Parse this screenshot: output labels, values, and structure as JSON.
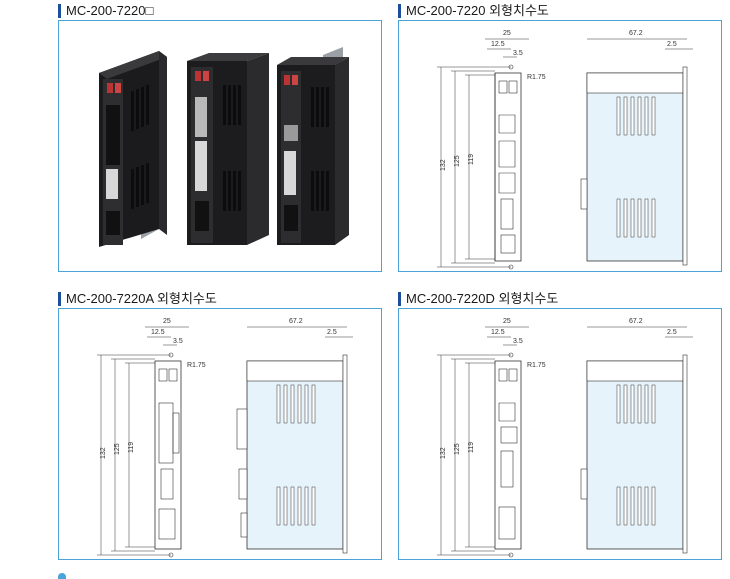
{
  "panels": [
    {
      "title": "MC-200-7220□"
    },
    {
      "title": "MC-200-7220 외형치수도"
    },
    {
      "title": "MC-200-7220A 외형치수도"
    },
    {
      "title": "MC-200-7220D 외형치수도"
    }
  ],
  "dimensions": {
    "front_width": "25",
    "left_offset": "12.5",
    "small_offset": "3.5",
    "radius": "R1.75",
    "overall_height": "132",
    "mount_height": "125",
    "body_height": "119",
    "side_depth": "67.2",
    "flange": "2.5"
  },
  "colors": {
    "accent": "#1b4f9c",
    "frame": "#4aa3d9",
    "side_fill": "#e6f3fb"
  }
}
